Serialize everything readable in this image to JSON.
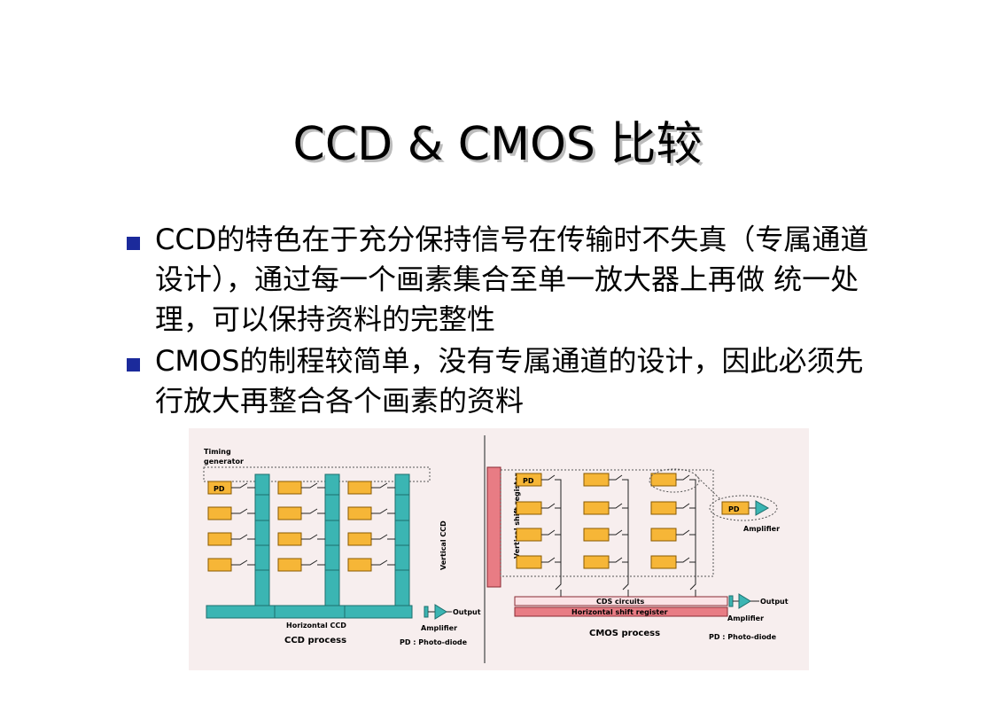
{
  "slide": {
    "title": "CCD & CMOS 比较",
    "bullets": [
      "CCD的特色在于充分保持信号在传输时不失真（专属通道设计），通过每一个画素集合至单一放大器上再做 统一处理，可以保持资料的完整性",
      "CMOS的制程较简单，没有专属通道的设计，因此必须先行放大再整合各个画素的资料"
    ]
  },
  "figure": {
    "ccd": {
      "timing_label_1": "Timing",
      "timing_label_2": "generator",
      "pd_label": "PD",
      "vertical_label": "Vertical CCD",
      "horizontal_label": "Horizontal CCD",
      "output_label": "Output",
      "amplifier_label": "Amplifier",
      "process_label": "CCD process",
      "legend": "PD : Photo-diode"
    },
    "cmos": {
      "pd_label": "PD",
      "vertical_label": "Vertical shift register",
      "cds_label": "CDS circuits",
      "horizontal_label": "Horizontal shift register",
      "output_label": "Output",
      "amplifier_label": "Amplifier",
      "zoom_amplifier_label": "Amplifier",
      "process_label": "CMOS process",
      "legend": "PD : Photo-diode"
    },
    "colors": {
      "pixel": "#f6b637",
      "ccd_channel": "#3bb5b3",
      "register": "#e87c84",
      "background": "#f7eeee"
    }
  }
}
